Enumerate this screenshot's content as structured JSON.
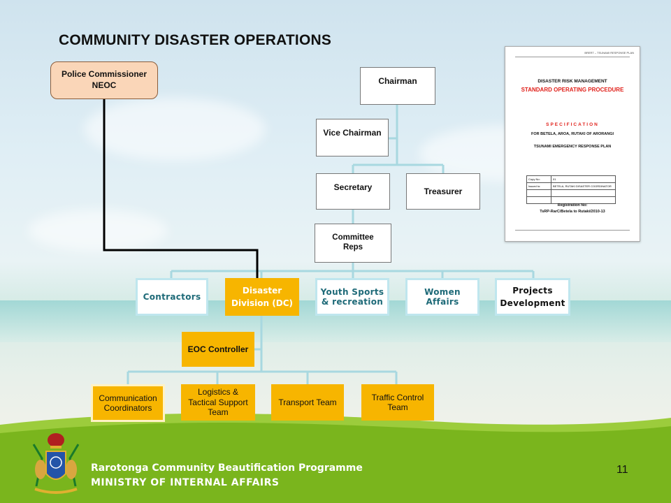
{
  "title": "COMMUNITY DISASTER OPERATIONS",
  "police": {
    "line1": "Police Commissioner",
    "line2": "NEOC"
  },
  "nodes": {
    "chairman": "Chairman",
    "vice_chairman": "Vice Chairman",
    "secretary": "Secretary",
    "treasurer": "Treasurer",
    "committee_reps": "Committee Reps"
  },
  "divisions": [
    {
      "label": "Contractors"
    },
    {
      "label": "Disaster Division (DC)"
    },
    {
      "label": "Youth Sports & recreation"
    },
    {
      "label": "Women Affairs"
    },
    {
      "label": "Projects Development"
    }
  ],
  "eoc_controller": "EOC Controller",
  "teams": [
    {
      "label": "Communication Coordinators"
    },
    {
      "label": "Logistics & Tactical Support Team"
    },
    {
      "label": "Transport Team"
    },
    {
      "label": "Traffic Control Team"
    }
  ],
  "sop": {
    "top_note": "BRERT – TSUNAMI RESPONSE PLAN",
    "line1": "DISASTER RISK MANAGEMENT",
    "line2": "STANDARD OPERATING PROCEDURE",
    "line3": "SPECIFICATION",
    "line4": "FOR BETELA, AROA, RUTAKI OF ARORANGI",
    "line5": "TSUNAMI EMERGENCY RESPONSE PLAN",
    "table": [
      {
        "k": "Copy No:",
        "v": "01"
      },
      {
        "k": "Issued to:",
        "v": "BETELA, RUTAKI DISASTER COORDINATOR"
      },
      {
        "k": "",
        "v": ""
      },
      {
        "k": "",
        "v": ""
      }
    ],
    "reg_label": "Registration No:",
    "reg_value": "TsRP-RarC/Betela to Rutaki/2010-13"
  },
  "footer": {
    "line1": "Rarotonga Community Beautification Programme",
    "line2": "MINISTRY OF INTERNAL AFFAIRS",
    "page_number": "11"
  },
  "colors": {
    "orange": "#f7b500",
    "cyan_border": "#bfe6ee",
    "footer_green": "#7ab51d",
    "connector": "#a8d8e0"
  }
}
